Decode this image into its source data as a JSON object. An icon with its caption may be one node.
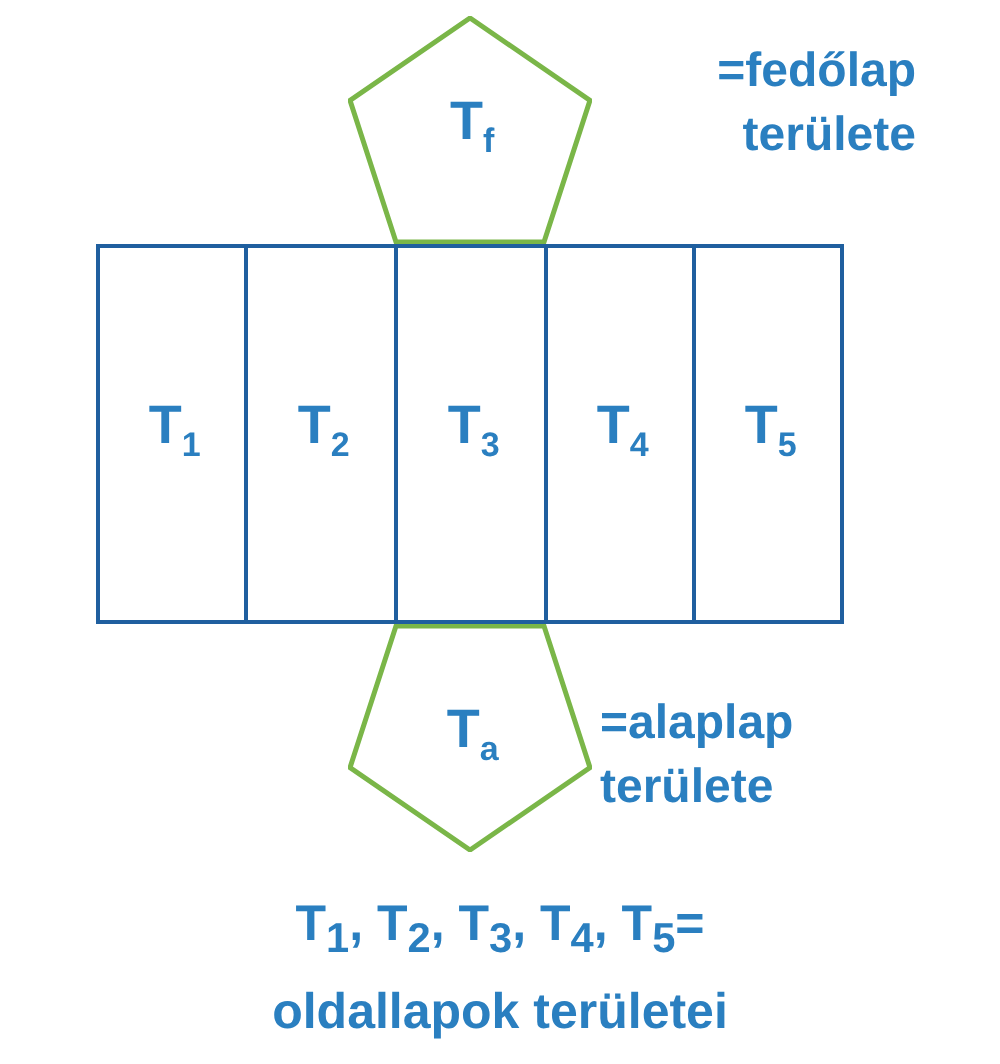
{
  "diagram": {
    "nodes": [
      {
        "text": [
          "T$_{f}$"
        ],
        "beside": [
          "=fedőlap területe"
        ]
      },
      {
        "text": [
          "T$_{1}$"
        ]
      },
      {
        "text": [
          "T$_{2}$"
        ]
      },
      {
        "text": [
          "T$_{3}$"
        ]
      },
      {
        "text": [
          "T$_{4}$"
        ]
      },
      {
        "text": [
          "T$_{5}$"
        ]
      },
      {
        "text": [
          "T$_{a}$"
        ],
        "beside": [
          "=alaplap területe"
        ]
      }
    ],
    "labels": [
      "T$_{1}$, T$_{2}$, T$_{3}$, T$_{4}$, T$_{5}$= oldallapok területei"
    ]
  }
}
